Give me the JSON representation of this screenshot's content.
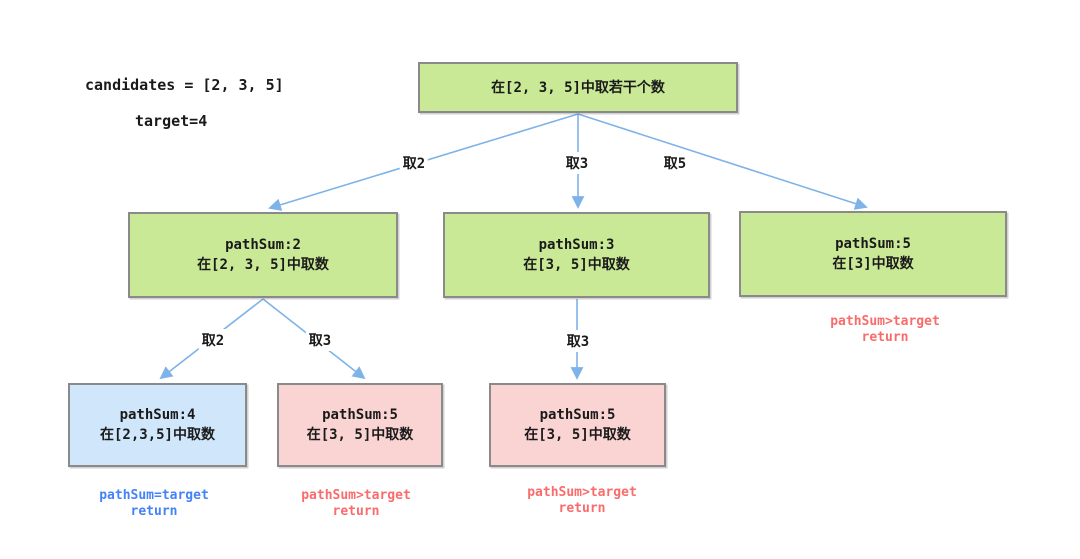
{
  "colors": {
    "node_green": "#c9e996",
    "node_blue": "#cfe6fb",
    "node_pink": "#fad3d3",
    "node_border": "#8a8a8a",
    "arrow": "#7eb3e8",
    "text_blue": "#4382f7",
    "text_red": "#fa6b6b",
    "text_dark": "#1a1a1a"
  },
  "legend": {
    "candidates": "candidates = [2, 3, 5]",
    "target": "target=4"
  },
  "tree": {
    "root": {
      "label": "在[2, 3, 5]中取若干个数"
    },
    "level1": [
      {
        "title": "pathSum:2",
        "subtitle": "在[2, 3, 5]中取数"
      },
      {
        "title": "pathSum:3",
        "subtitle": "在[3, 5]中取数"
      },
      {
        "title": "pathSum:5",
        "subtitle": "在[3]中取数"
      }
    ],
    "level2": [
      {
        "title": "pathSum:4",
        "subtitle": "在[2,3,5]中取数"
      },
      {
        "title": "pathSum:5",
        "subtitle": "在[3, 5]中取数"
      },
      {
        "title": "pathSum:5",
        "subtitle": "在[3, 5]中取数"
      }
    ],
    "edges": {
      "l1_e1": "取2",
      "l1_e2": "取3",
      "l1_e3": "取5",
      "l2_e1": "取2",
      "l2_e2": "取3",
      "l2_e3": "取3"
    },
    "notes": {
      "right_green": {
        "line1": "pathSum>target",
        "line2": "return"
      },
      "blue_leaf": {
        "line1": "pathSum=target",
        "line2": "return"
      },
      "pink_leaf1": {
        "line1": "pathSum>target",
        "line2": "return"
      },
      "pink_leaf2": {
        "line1": "pathSum>target",
        "line2": "return"
      }
    }
  }
}
